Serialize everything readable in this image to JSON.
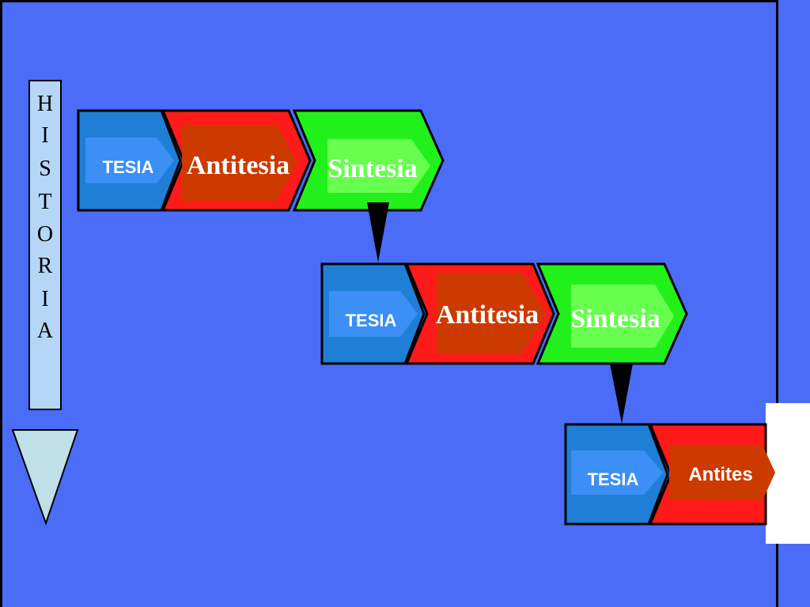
{
  "slide": {
    "colors": {
      "background": "#4a6cf7",
      "tesia": "#1f7fd6",
      "tesia_inner": "#3b8ff5",
      "antitesia": "#ff1a1a",
      "antitesia_inner": "#cc3a00",
      "sintesia": "#22f01a",
      "sintesia_inner": "#66ff4d"
    },
    "history_arrow": {
      "letters": [
        "H",
        "I",
        "S",
        "T",
        "O",
        "R",
        "I",
        "A"
      ]
    },
    "rows": [
      {
        "tesia": "TESIA",
        "antitesia": "Antitesia",
        "sintesia": "Sintesia"
      },
      {
        "tesia": "TESIA",
        "antitesia": "Antitesia",
        "sintesia": "Sintesia"
      },
      {
        "tesia": "TESIA",
        "antitesia": "Antites"
      }
    ]
  }
}
